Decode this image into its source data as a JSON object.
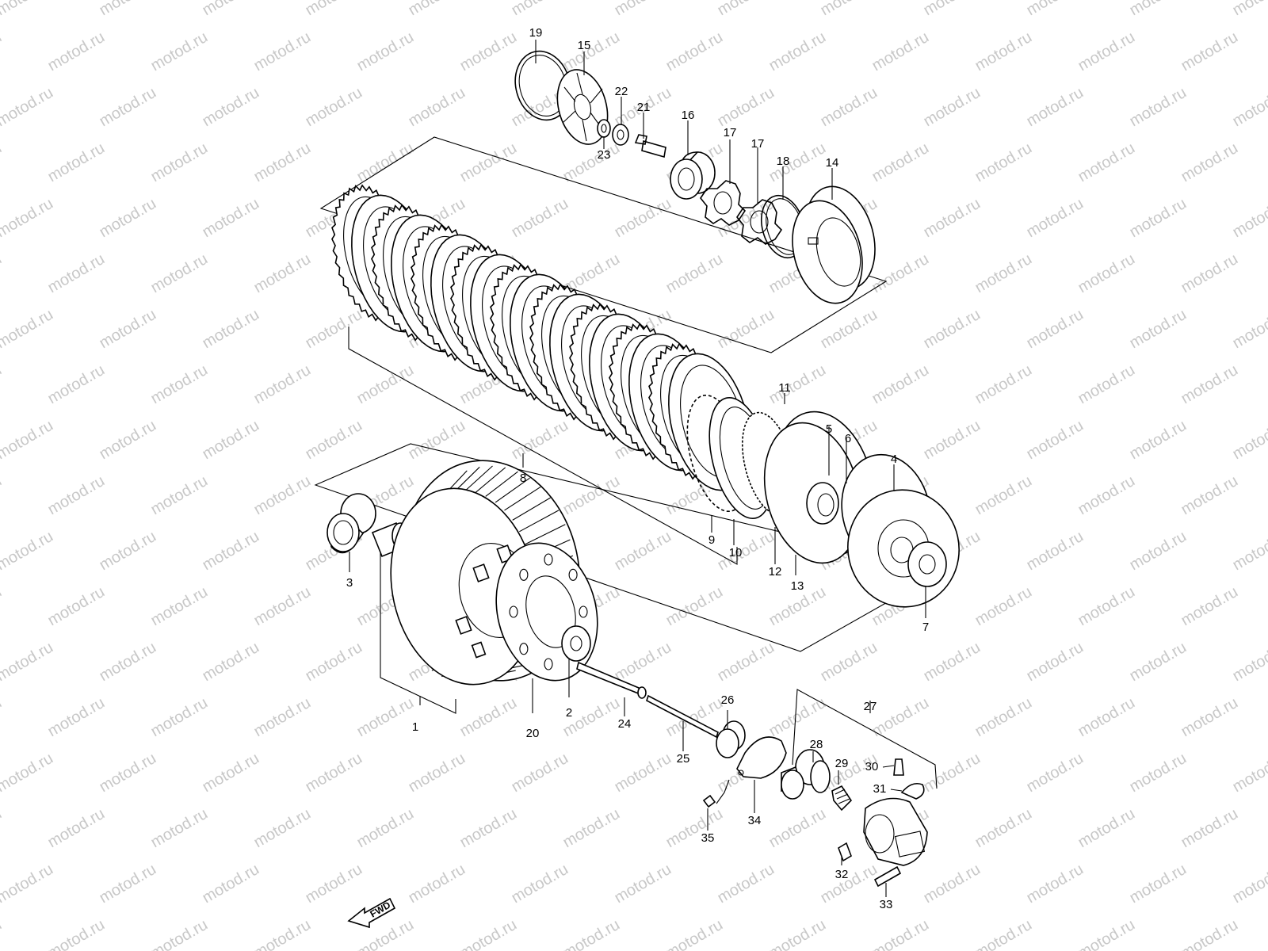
{
  "watermark": "motod.ru",
  "direction_badge": "FWD",
  "callouts": [
    {
      "id": "1",
      "label": "1"
    },
    {
      "id": "2",
      "label": "2"
    },
    {
      "id": "3",
      "label": "3"
    },
    {
      "id": "4",
      "label": "4"
    },
    {
      "id": "5",
      "label": "5"
    },
    {
      "id": "6",
      "label": "6"
    },
    {
      "id": "7",
      "label": "7"
    },
    {
      "id": "8",
      "label": "8"
    },
    {
      "id": "9",
      "label": "9"
    },
    {
      "id": "10",
      "label": "10"
    },
    {
      "id": "11",
      "label": "11"
    },
    {
      "id": "12",
      "label": "12"
    },
    {
      "id": "13",
      "label": "13"
    },
    {
      "id": "14",
      "label": "14"
    },
    {
      "id": "15",
      "label": "15"
    },
    {
      "id": "16",
      "label": "16"
    },
    {
      "id": "17a",
      "label": "17"
    },
    {
      "id": "17b",
      "label": "17"
    },
    {
      "id": "18",
      "label": "18"
    },
    {
      "id": "19",
      "label": "19"
    },
    {
      "id": "20",
      "label": "20"
    },
    {
      "id": "21",
      "label": "21"
    },
    {
      "id": "22",
      "label": "22"
    },
    {
      "id": "23",
      "label": "23"
    },
    {
      "id": "24",
      "label": "24"
    },
    {
      "id": "25",
      "label": "25"
    },
    {
      "id": "26",
      "label": "26"
    },
    {
      "id": "27",
      "label": "27"
    },
    {
      "id": "28",
      "label": "28"
    },
    {
      "id": "29",
      "label": "29"
    },
    {
      "id": "30",
      "label": "30"
    },
    {
      "id": "31",
      "label": "31"
    },
    {
      "id": "32",
      "label": "32"
    },
    {
      "id": "33",
      "label": "33"
    },
    {
      "id": "34",
      "label": "34"
    },
    {
      "id": "35",
      "label": "35"
    }
  ]
}
